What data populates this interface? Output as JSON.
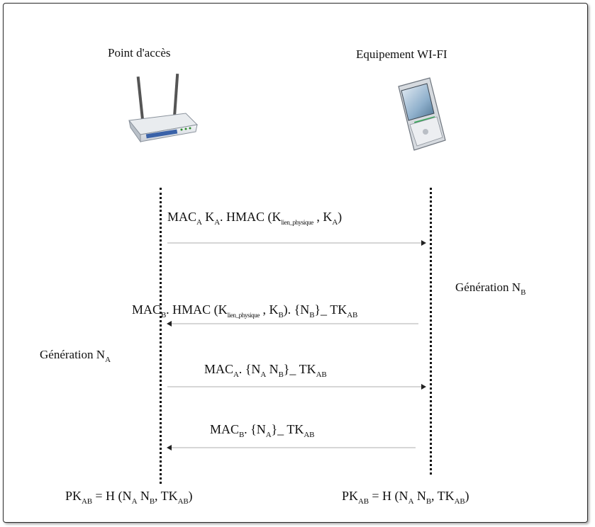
{
  "actors": {
    "left_title": "Point d'accès",
    "right_title": "Equipement WI-FI",
    "left_icon": "wifi-router-icon",
    "right_icon": "pda-phone-icon"
  },
  "messages": {
    "m1": {
      "a": "MAC",
      "a_sub": "A",
      "b": " K",
      "b_sub": "A",
      "c": ". HMAC (K",
      "c_sub": "lien_physique",
      "d": " , K",
      "d_sub": "A",
      "e": ")"
    },
    "m2": {
      "a": "MAC",
      "a_sub": "B",
      "b": ". HMAC (K",
      "b_sub": "lien_physique",
      "c": " , K",
      "c_sub": "B",
      "d": "). {N",
      "d_sub": "B",
      "e": "}_ TK",
      "e_sub": "AB"
    },
    "m3": {
      "a": "MAC",
      "a_sub": "A",
      "b": ". {N",
      "b_sub": "A",
      "c": " N",
      "c_sub": "B",
      "d": "}_ TK",
      "d_sub": "AB"
    },
    "m4": {
      "a": "MAC",
      "a_sub": "B",
      "b": ". {N",
      "b_sub": "A",
      "c": "}_ TK",
      "c_sub": "AB"
    }
  },
  "generations": {
    "right": {
      "text": "Génération N",
      "sub": "B"
    },
    "left": {
      "text": "Génération N",
      "sub": "A"
    }
  },
  "results": {
    "left": {
      "a": "PK",
      "a_sub": "AB",
      "b": " = H (N",
      "b_sub": "A",
      "c": " N",
      "c_sub": "B",
      "d": ", TK",
      "d_sub": "AB",
      "e": ")"
    },
    "right": {
      "a": "PK",
      "a_sub": "AB",
      "b": " = H (N",
      "b_sub": "A",
      "c": " N",
      "c_sub": "B",
      "d": ", TK",
      "d_sub": "AB",
      "e": ")"
    }
  },
  "colors": {
    "line": "#111111",
    "arrow_line": "#bdbdbd"
  }
}
